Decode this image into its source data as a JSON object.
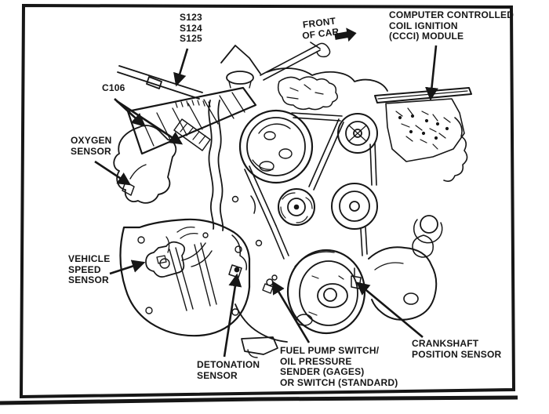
{
  "figure": {
    "kind": "engine-sensor-location-diagram",
    "colors": {
      "line": "#161616",
      "background": "#ffffff"
    }
  },
  "labels": {
    "splice_codes": {
      "lines": [
        "S123",
        "S124",
        "S125"
      ]
    },
    "connector_c106": {
      "text": "C106"
    },
    "front_of_car": {
      "lines": [
        "FRONT",
        "OF CAR"
      ]
    },
    "ccci_module": {
      "lines": [
        "COMPUTER CONTROLLED",
        "COIL IGNITION",
        "(CCCI) MODULE"
      ]
    },
    "oxygen_sensor": {
      "lines": [
        "OXYGEN",
        "SENSOR"
      ]
    },
    "vehicle_speed_sensor": {
      "lines": [
        "VEHICLE",
        "SPEED",
        "SENSOR"
      ]
    },
    "detonation_sensor": {
      "lines": [
        "DETONATION",
        "SENSOR"
      ]
    },
    "fuel_pump_switch": {
      "lines": [
        "FUEL PUMP SWITCH/",
        "OIL PRESSURE",
        "SENDER (GAGES)",
        "OR SWITCH (STANDARD)"
      ]
    },
    "crankshaft_position_sensor": {
      "lines": [
        "CRANKSHAFT",
        "POSITION SENSOR"
      ]
    }
  }
}
